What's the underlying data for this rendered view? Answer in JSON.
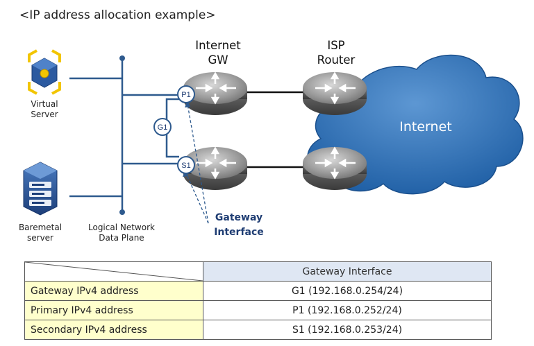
{
  "title": "<IP address allocation example>",
  "nodes": {
    "internet_gw": "Internet\nGW",
    "isp_router": "ISP\nRouter",
    "internet_cloud": "Internet",
    "virtual_server": "Virtual\nServer",
    "baremetal_server": "Baremetal\nserver",
    "logical_network": "Logical Network\nData Plane",
    "gateway_interface": "Gateway\nInterface"
  },
  "interfaces": {
    "p1": "P1",
    "g1": "G1",
    "s1": "S1"
  },
  "colors": {
    "line_blue": "#2e5a8e",
    "cloud_fill": "#2a6db2",
    "router_gray": "#8a8a8a",
    "row_label_bg": "#ffffcc",
    "header_bg": "#dfe7f3"
  },
  "table": {
    "column_header": "Gateway Interface",
    "rows": [
      {
        "label": "Gateway IPv4 address",
        "value": "G1 (192.168.0.254/24)"
      },
      {
        "label": "Primary IPv4 address",
        "value": "P1 (192.168.0.252/24)"
      },
      {
        "label": "Secondary IPv4 address",
        "value": "S1 (192.168.0.253/24)"
      }
    ]
  }
}
